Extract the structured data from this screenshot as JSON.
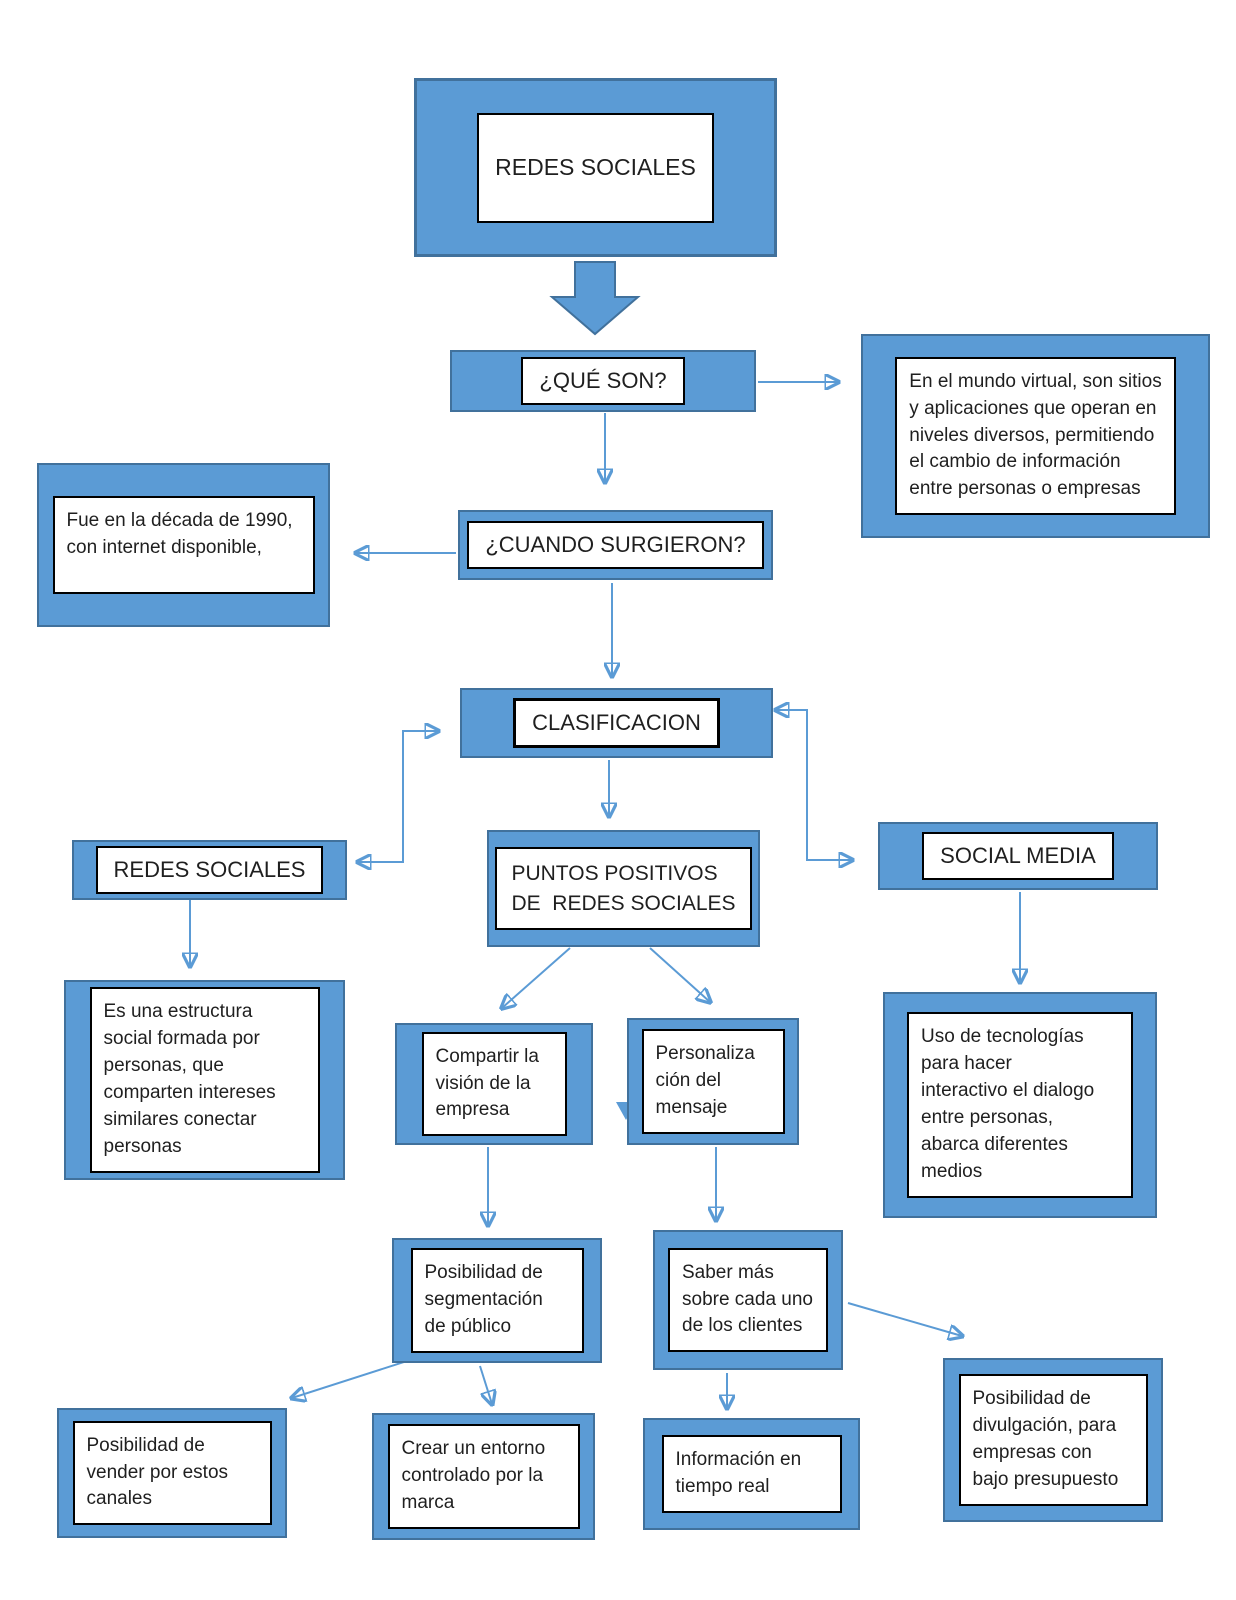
{
  "colors": {
    "node_fill": "#5b9bd5",
    "node_border": "#41719c",
    "connector": "#5b9bd5",
    "label_bg": "#ffffff",
    "label_border": "#000000",
    "background": "#ffffff"
  },
  "nodes": {
    "title": "REDES SOCIALES",
    "que_son": "¿QUÉ SON?",
    "que_son_desc": "En el mundo virtual, son sitios\ny aplicaciones que operan en\nniveles diversos, permitiendo\nel cambio de información\nentre personas o empresas",
    "cuando": "¿CUANDO SURGIERON?",
    "cuando_desc": "Fue en la década de 1990,\ncon internet disponible,",
    "clasificacion": "CLASIFICACION",
    "redes_branch": "REDES SOCIALES",
    "redes_desc": "Es una estructura\nsocial formada por\npersonas, que\ncomparten intereses\nsimilares conectar\npersonas",
    "puntos": "PUNTOS POSITIVOS\nDE  REDES SOCIALES",
    "social_media": "SOCIAL MEDIA",
    "social_desc": "Uso de tecnologías\npara hacer\ninteractivo el dialogo\nentre personas,\nabarca diferentes\nmedios",
    "compartir": "Compartir la\nvisión de la\nempresa",
    "personalizacion": "Personaliza\nción del\nmensaje",
    "segmentacion": "Posibilidad de\nsegmentación\nde público",
    "saber": "Saber más\nsobre cada uno\nde los clientes",
    "vender": "Posibilidad de\nvender por estos\ncanales",
    "crear": "Crear un entorno\ncontrolado por la\nmarca",
    "informacion": "Información en\ntiempo real",
    "divulgacion": "Posibilidad de\ndivulgación, para\nempresas con\nbajo presupuesto"
  }
}
